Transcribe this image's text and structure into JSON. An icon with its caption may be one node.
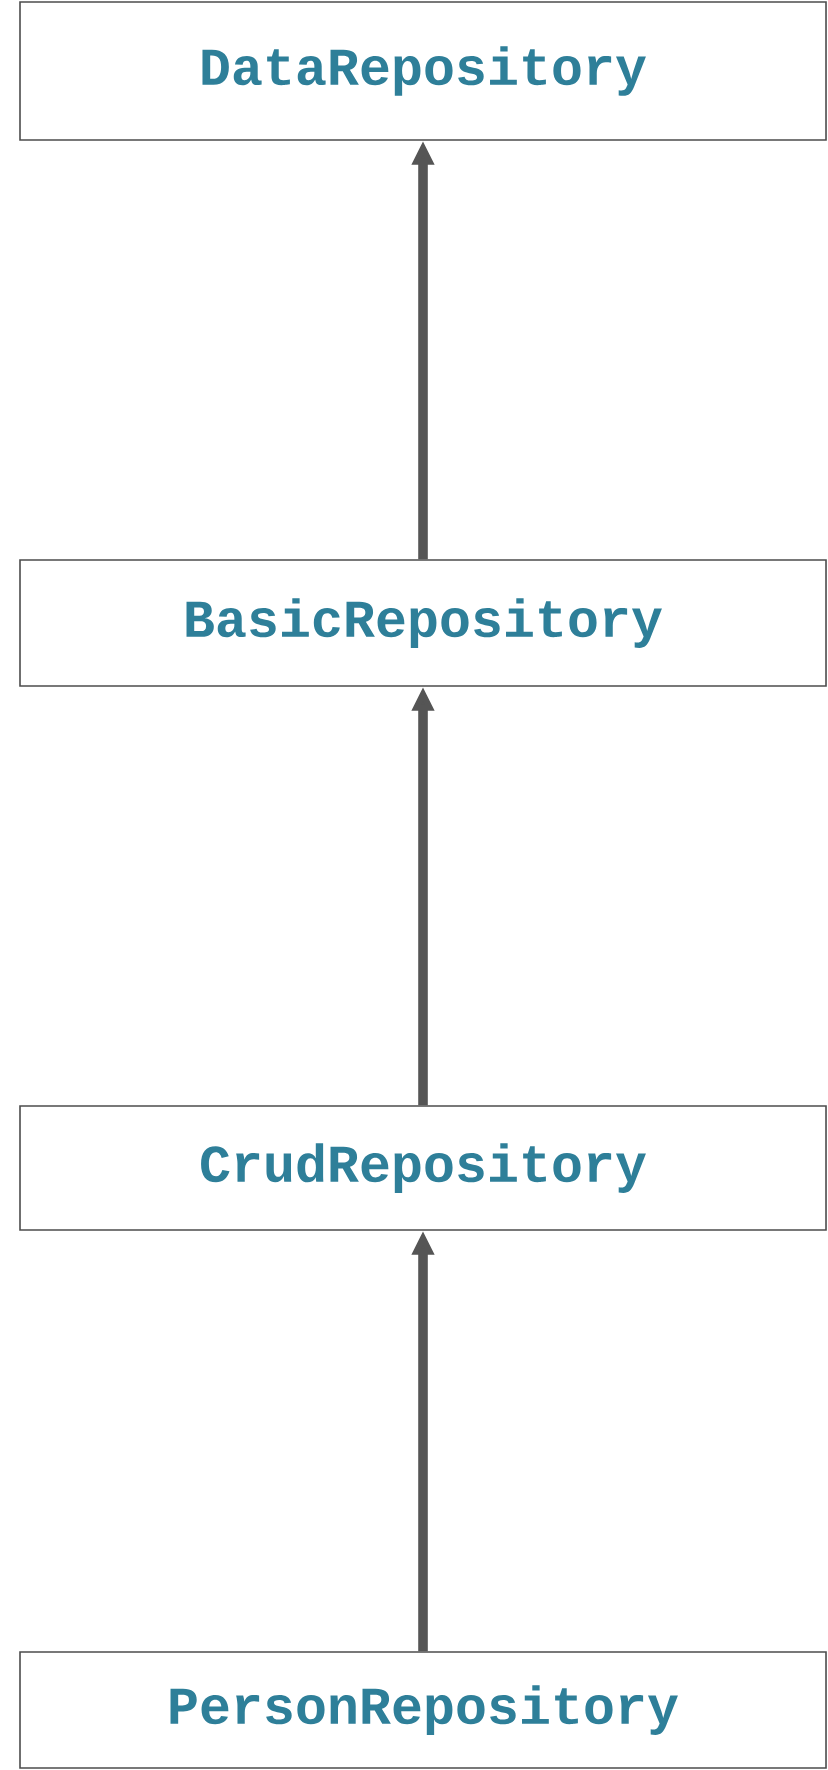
{
  "diagram": {
    "nodes": [
      {
        "text": [
          "DataRepository"
        ]
      },
      {
        "text": [
          "BasicRepository"
        ]
      },
      {
        "text": [
          "CrudRepository"
        ]
      },
      {
        "text": [
          "PersonRepository"
        ]
      }
    ],
    "edges": [
      {
        "from": 1,
        "to": 0,
        "arrow": "to"
      },
      {
        "from": 2,
        "to": 1,
        "arrow": "to"
      },
      {
        "from": 3,
        "to": 2,
        "arrow": "to"
      }
    ]
  }
}
